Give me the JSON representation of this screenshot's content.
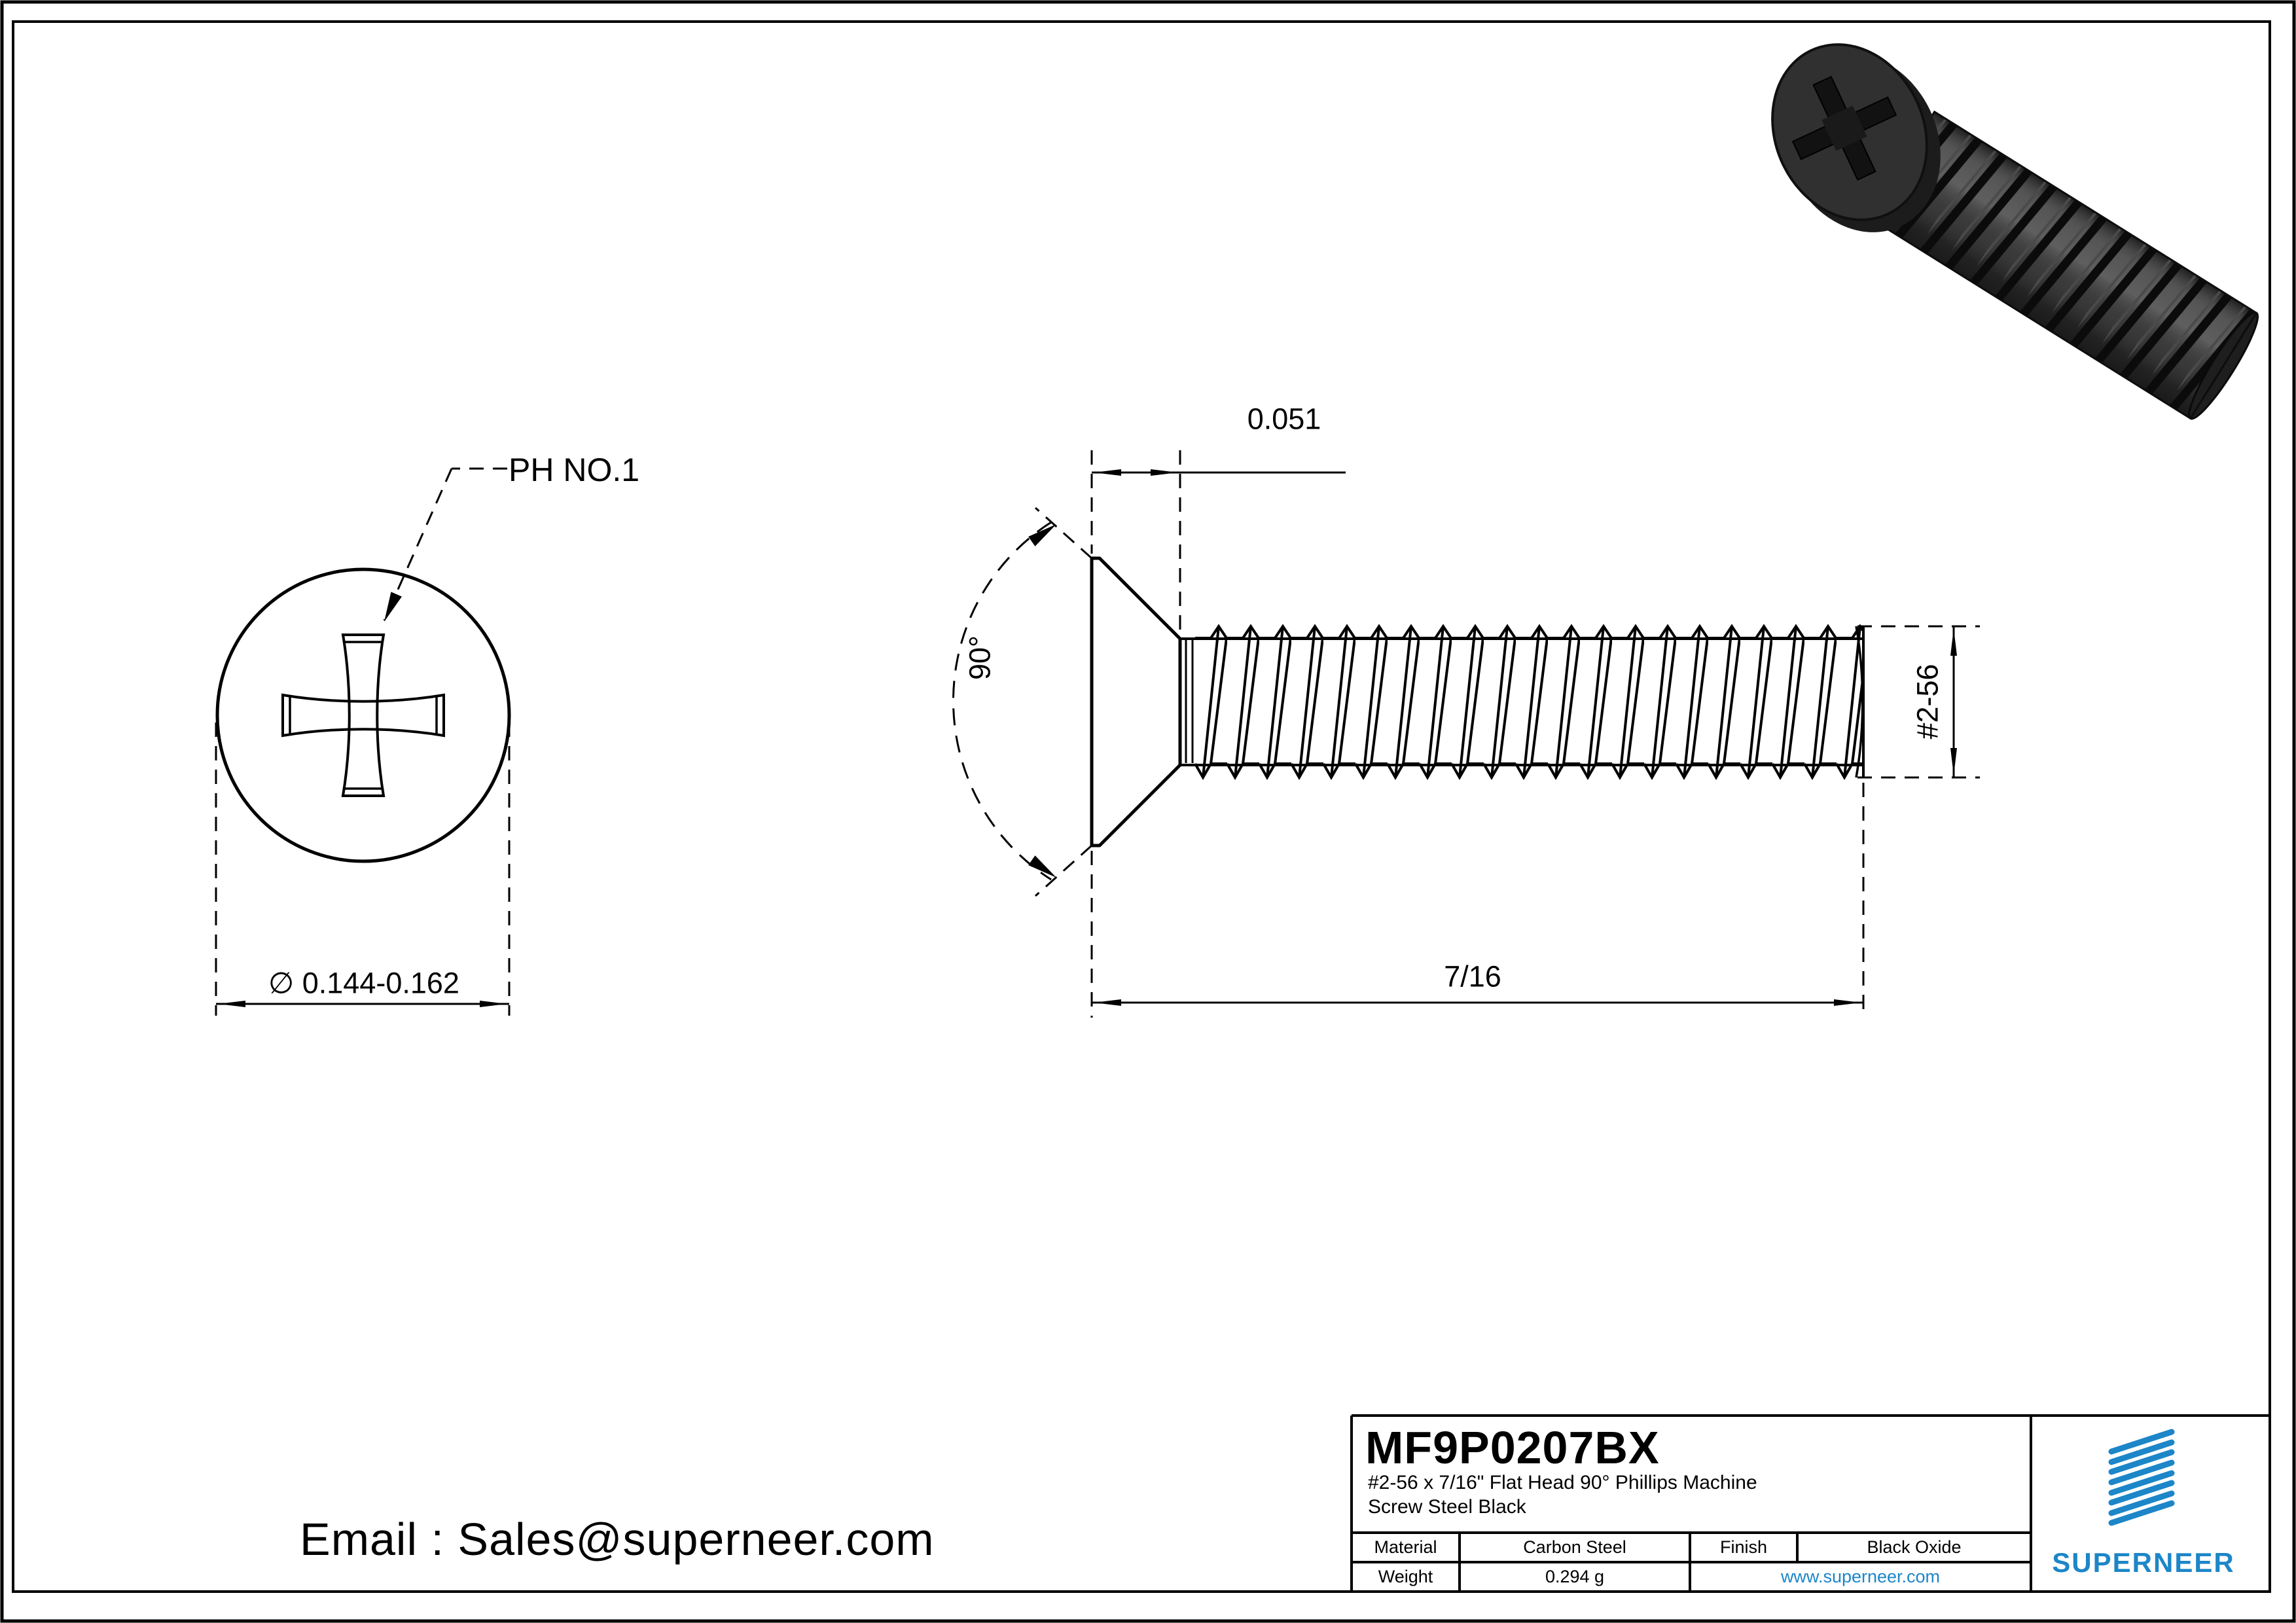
{
  "sheet": {
    "background": "#ffffff",
    "line_color": "#000000",
    "accent_blue": "#1c86c8"
  },
  "front_view": {
    "recess_label": "PH NO.1",
    "diameter_dim": "∅ 0.144-0.162"
  },
  "side_view": {
    "head_height_dim": "0.051",
    "countersink_angle_dim": "90°",
    "length_dim": "7/16",
    "thread_size_dim": "#2-56"
  },
  "contact": {
    "email_line": "Email : Sales@superneer.com"
  },
  "title_block": {
    "part_number": "MF9P0207BX",
    "description_line1": "#2-56 x 7/16\" Flat Head 90° Phillips Machine",
    "description_line2": "Screw Steel Black",
    "material_label": "Material",
    "material_value": "Carbon Steel",
    "finish_label": "Finish",
    "finish_value": "Black Oxide",
    "weight_label": "Weight",
    "weight_value": "0.294 g",
    "website": "www.superneer.com",
    "brand_name": "SUPERNEER"
  },
  "icons": {
    "screw_3d": "flat-head-phillips-screw-3d-render",
    "brand_logo": "superneer-diagonal-stripes-logo"
  }
}
